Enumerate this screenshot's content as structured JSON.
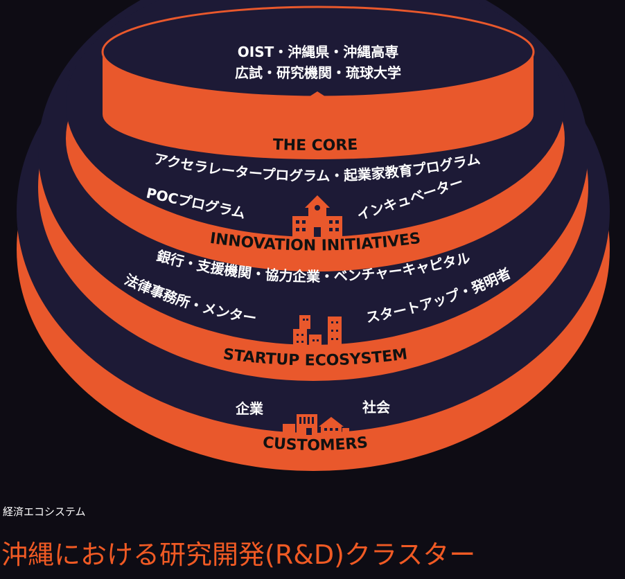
{
  "colors": {
    "background": "#0e0c14",
    "tier_fill": "#1d1a36",
    "band": "#e9582c",
    "title": "#f05a24"
  },
  "tiers": {
    "core": {
      "label": "THE CORE",
      "line1": "OIST・沖縄県・沖縄高専",
      "line2": "広試・研究機関・琉球大学",
      "icon": "university-building-icon"
    },
    "innovation": {
      "label": "INNOVATION INITIATIVES",
      "line1": "アクセラレータープログラム・起業家教育プログラム",
      "left": "POCプログラム",
      "right": "インキュベーター",
      "icon": "school-building-icon"
    },
    "startup": {
      "label": "STARTUP ECOSYSTEM",
      "line1": "銀行・支援機関・協力企業・ベンチャーキャピタル",
      "left": "法律事務所・メンター",
      "right": "スタートアップ・発明者",
      "icon": "city-buildings-icon"
    },
    "customers": {
      "label": "CUSTOMERS",
      "left": "企業",
      "right": "社会",
      "icon": "shops-houses-icon"
    }
  },
  "caption": {
    "subtitle": "経済エコシステム",
    "title": "沖縄における研究開発(R&D)クラスター"
  }
}
